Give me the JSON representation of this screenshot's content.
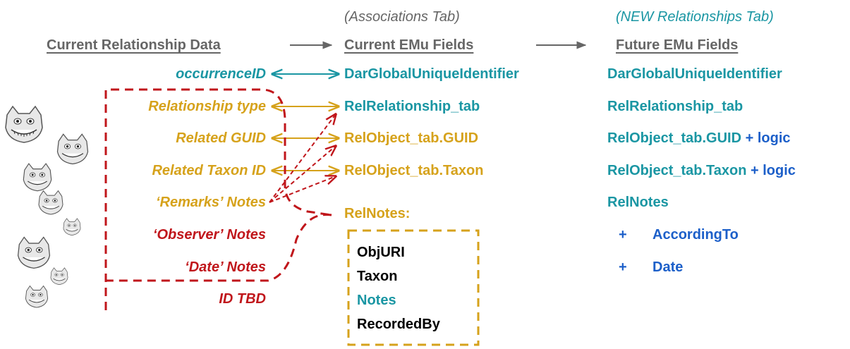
{
  "headers": {
    "associations_tab": "(Associations Tab)",
    "new_relationships_tab": "(NEW Relationships Tab)",
    "current_relationship_data": "Current Relationship Data",
    "current_emu_fields": "Current EMu Fields",
    "future_emu_fields": "Future EMu Fields"
  },
  "left_column": [
    "occurrenceID",
    "Relationship type",
    "Related GUID",
    "Related Taxon ID",
    "‘Remarks’ Notes",
    "‘Observer’ Notes",
    "‘Date’ Notes",
    "ID TBD"
  ],
  "middle_column": [
    "DarGlobalUniqueIdentifier",
    "RelRelationship_tab",
    "RelObject_tab.GUID",
    "RelObject_tab.Taxon",
    "RelNotes:"
  ],
  "relnotes_box": [
    "ObjURI",
    "Taxon",
    "Notes",
    "RecordedBy"
  ],
  "right_column": {
    "dar": "DarGlobalUniqueIdentifier",
    "relrel": "RelRelationship_tab",
    "guid": "RelObject_tab.GUID",
    "guid_logic": "+ logic",
    "taxon": "RelObject_tab.Taxon",
    "taxon_logic": "+ logic",
    "relnotes": "RelNotes",
    "according_plus": "+",
    "according_to": "AccordingTo",
    "date_plus": "+",
    "date": "Date"
  },
  "colors": {
    "teal": "#1a96a3",
    "gold": "#d6a21b",
    "red": "#c0161b",
    "blue": "#1c5fc9",
    "grey": "#666666"
  },
  "icons": [
    "cheshire-cat-icon"
  ]
}
